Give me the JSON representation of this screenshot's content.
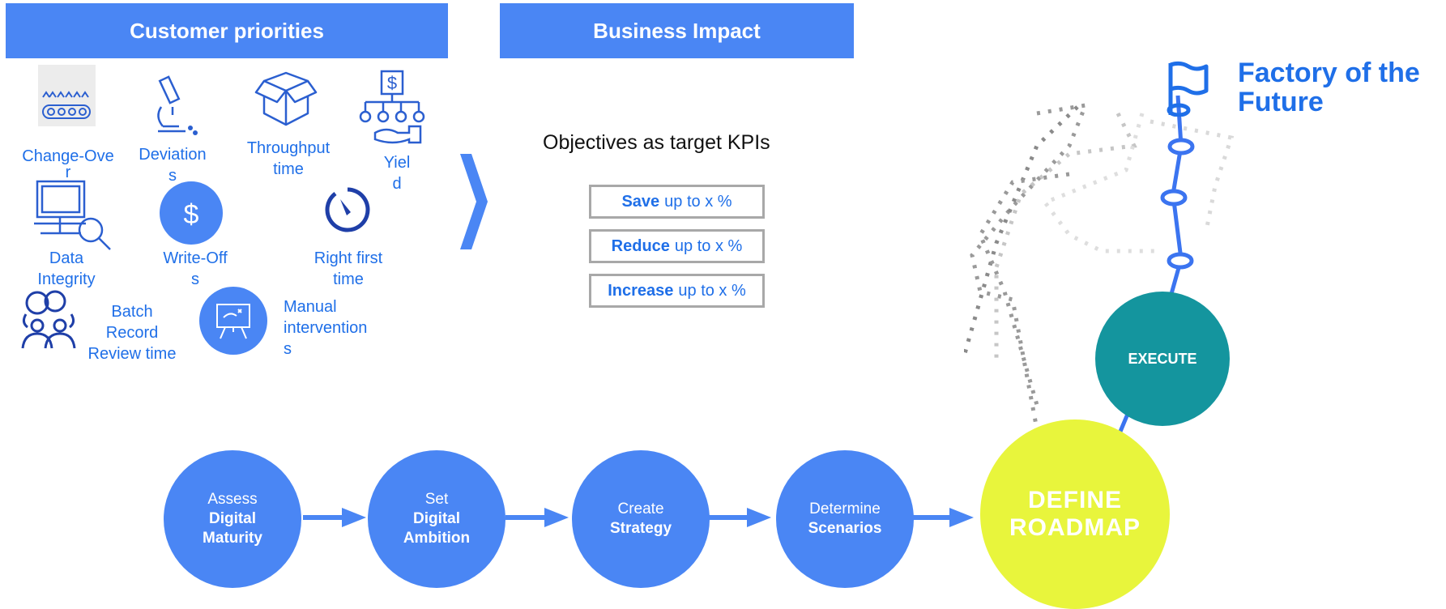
{
  "headers": {
    "customer": "Customer priorities",
    "business": "Business Impact"
  },
  "priorities": {
    "changeover": [
      "Change-Ove",
      "r"
    ],
    "deviations": [
      "Deviation",
      "s"
    ],
    "throughput": [
      "Throughput",
      "time"
    ],
    "yield": [
      "Yiel",
      "d"
    ],
    "data_integrity": [
      "Data",
      "Integrity"
    ],
    "writeoffs": [
      "Write-Off",
      "s"
    ],
    "rft": [
      "Right first",
      "time"
    ],
    "batch": [
      "Batch",
      "Record",
      "Review time"
    ],
    "manual": [
      "Manual",
      "intervention",
      "s"
    ]
  },
  "objectives": {
    "title": "Objectives as target KPIs",
    "kpis": [
      {
        "verb": "Save",
        "rest": "up to x %"
      },
      {
        "verb": "Reduce",
        "rest": "up to x %"
      },
      {
        "verb": "Increase",
        "rest": "up to x %"
      }
    ]
  },
  "steps": [
    {
      "line1": "Assess",
      "line2": "Digital",
      "line3": "Maturity"
    },
    {
      "line1": "Set",
      "line2": "Digital",
      "line3": "Ambition"
    },
    {
      "line1": "Create",
      "line2": "Strategy",
      "line3": ""
    },
    {
      "line1": "Determine",
      "line2": "Scenarios",
      "line3": ""
    }
  ],
  "roadmap": [
    "DEFINE",
    "ROADMAP"
  ],
  "execute": "EXECUTE",
  "goal": [
    "Factory of the",
    "Future"
  ],
  "colors": {
    "blue": "#4a86f4",
    "text_blue": "#1f6fe8",
    "navy": "#1f3fa8",
    "yellow": "#e8f53c",
    "teal": "#14959e"
  }
}
